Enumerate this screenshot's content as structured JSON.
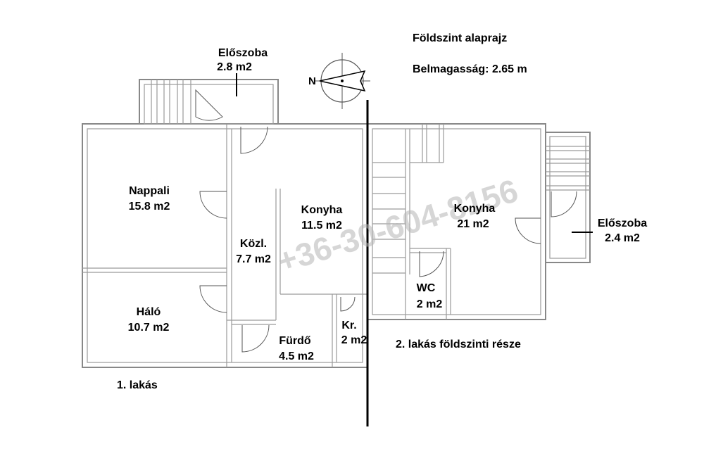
{
  "title": "Földszint alaprajz",
  "ceiling_height": "Belmagasság: 2.65 m",
  "compass_letter": "N",
  "watermark": "+36-30-604-8156",
  "unit1": {
    "caption": "1. lakás",
    "rooms": [
      {
        "name": "Előszoba",
        "area": "2.8 m2"
      },
      {
        "name": "Nappali",
        "area": "15.8 m2"
      },
      {
        "name": "Konyha",
        "area": "11.5 m2"
      },
      {
        "name": "Közl.",
        "area": "7.7 m2"
      },
      {
        "name": "Háló",
        "area": "10.7 m2"
      },
      {
        "name": "Fürdő",
        "area": "4.5 m2"
      },
      {
        "name": "Kr.",
        "area": "2 m2"
      }
    ]
  },
  "unit2": {
    "caption": "2. lakás földszinti része",
    "rooms": [
      {
        "name": "Konyha",
        "area": "21 m2"
      },
      {
        "name": "Előszoba",
        "area": "2.4 m2"
      },
      {
        "name": "WC",
        "area": "2 m2"
      }
    ]
  },
  "colors": {
    "wall": "#888888",
    "divider": "#000000",
    "watermark": "#b5b5b5"
  }
}
